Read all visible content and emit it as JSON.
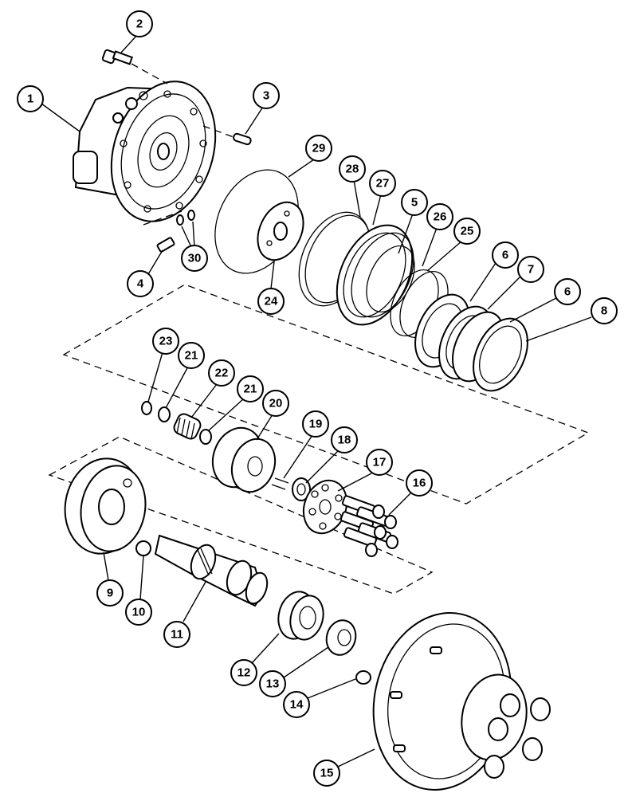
{
  "callouts": [
    {
      "id": "1",
      "label": "1"
    },
    {
      "id": "2",
      "label": "2"
    },
    {
      "id": "3",
      "label": "3"
    },
    {
      "id": "4",
      "label": "4"
    },
    {
      "id": "5",
      "label": "5"
    },
    {
      "id": "6a",
      "label": "6"
    },
    {
      "id": "6b",
      "label": "6"
    },
    {
      "id": "7",
      "label": "7"
    },
    {
      "id": "8",
      "label": "8"
    },
    {
      "id": "9",
      "label": "9"
    },
    {
      "id": "10",
      "label": "10"
    },
    {
      "id": "11",
      "label": "11"
    },
    {
      "id": "12",
      "label": "12"
    },
    {
      "id": "13",
      "label": "13"
    },
    {
      "id": "14",
      "label": "14"
    },
    {
      "id": "15",
      "label": "15"
    },
    {
      "id": "16",
      "label": "16"
    },
    {
      "id": "17",
      "label": "17"
    },
    {
      "id": "18",
      "label": "18"
    },
    {
      "id": "19",
      "label": "19"
    },
    {
      "id": "20",
      "label": "20"
    },
    {
      "id": "21a",
      "label": "21"
    },
    {
      "id": "21b",
      "label": "21"
    },
    {
      "id": "22",
      "label": "22"
    },
    {
      "id": "23",
      "label": "23"
    },
    {
      "id": "24",
      "label": "24"
    },
    {
      "id": "25",
      "label": "25"
    },
    {
      "id": "26",
      "label": "26"
    },
    {
      "id": "27",
      "label": "27"
    },
    {
      "id": "28",
      "label": "28"
    },
    {
      "id": "29",
      "label": "29"
    },
    {
      "id": "30",
      "label": "30"
    }
  ],
  "icons": {
    "housing": "motor-housing-icon",
    "hub": "drive-hub-icon"
  }
}
